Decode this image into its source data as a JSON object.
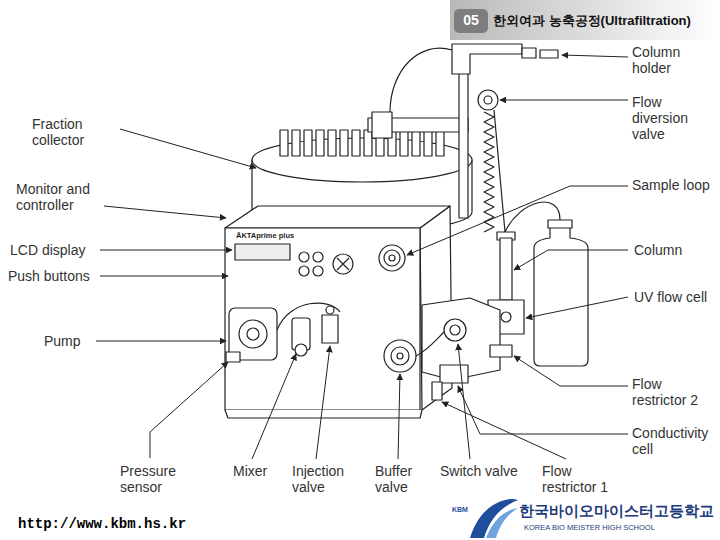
{
  "diagram": {
    "title": "한외여과 농축공정(Ultrafiltration)",
    "labels": [
      "05",
      "Fraction collector",
      "Monitor and controller",
      "LCD display",
      "Push buttons",
      "Pump",
      "ÄKTAprime plus",
      "Column holder",
      "Flow diversion valve",
      "Sample loop",
      "Column",
      "UV flow cell",
      "Flow restrictor 2",
      "Conductivity cell",
      "Pressure sensor",
      "Mixer",
      "Injection valve",
      "Buffer valve",
      "Switch valve",
      "Flow restrictor 1",
      "http://www.kbm.hs.kr",
      "KBM",
      "한국바이오마이스터고등학교",
      "KOREA BIO MEISTER HIGH SCHOOL"
    ]
  }
}
